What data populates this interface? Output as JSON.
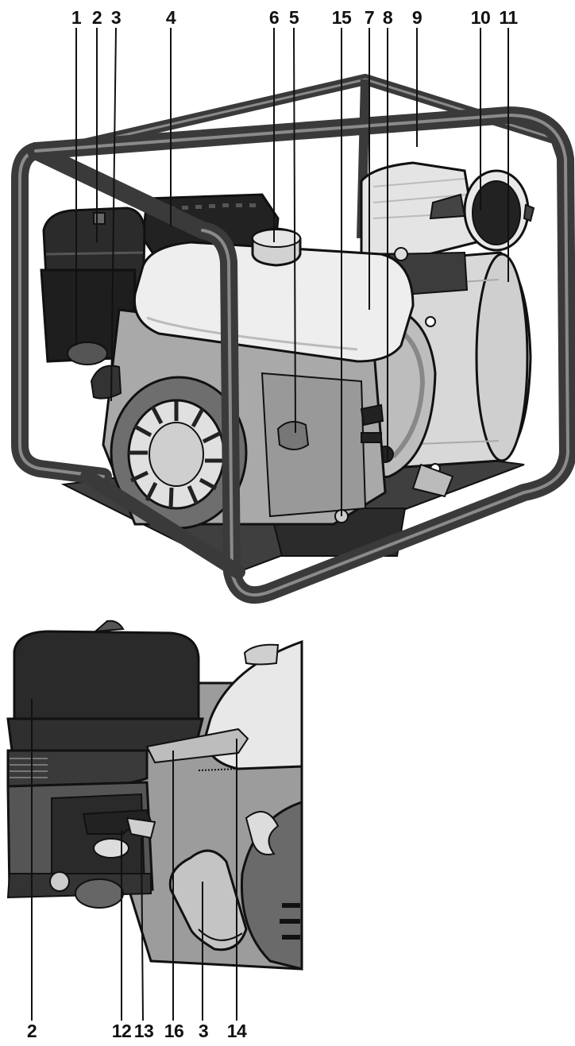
{
  "top_figure": {
    "callouts": [
      "1",
      "2",
      "3",
      "4",
      "6",
      "5",
      "15",
      "7",
      "8",
      "9",
      "10",
      "11"
    ]
  },
  "bottom_figure": {
    "callouts": [
      "2",
      "12",
      "13",
      "16",
      "3",
      "14"
    ]
  },
  "colors": {
    "frame": "#3a3a3a",
    "engine_body": "#a9a9a9",
    "tank": "#eeeeee",
    "air_filter": "#2b2b2b",
    "pump_housing": "#d8d8d8",
    "outline": "#111111"
  }
}
